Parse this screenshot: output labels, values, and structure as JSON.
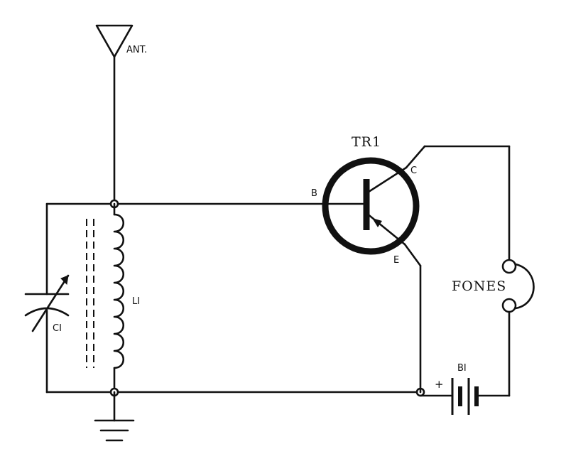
{
  "labels": {
    "antenna": "ANT.",
    "transistor": "TR1",
    "base": "B",
    "collector": "C",
    "emitter": "E",
    "coil": "LI",
    "capacitor": "CI",
    "headphones": "FONES",
    "battery": "BI",
    "battery_plus": "+"
  },
  "colors": {
    "ink": "#111111",
    "paper": "#ffffff"
  }
}
